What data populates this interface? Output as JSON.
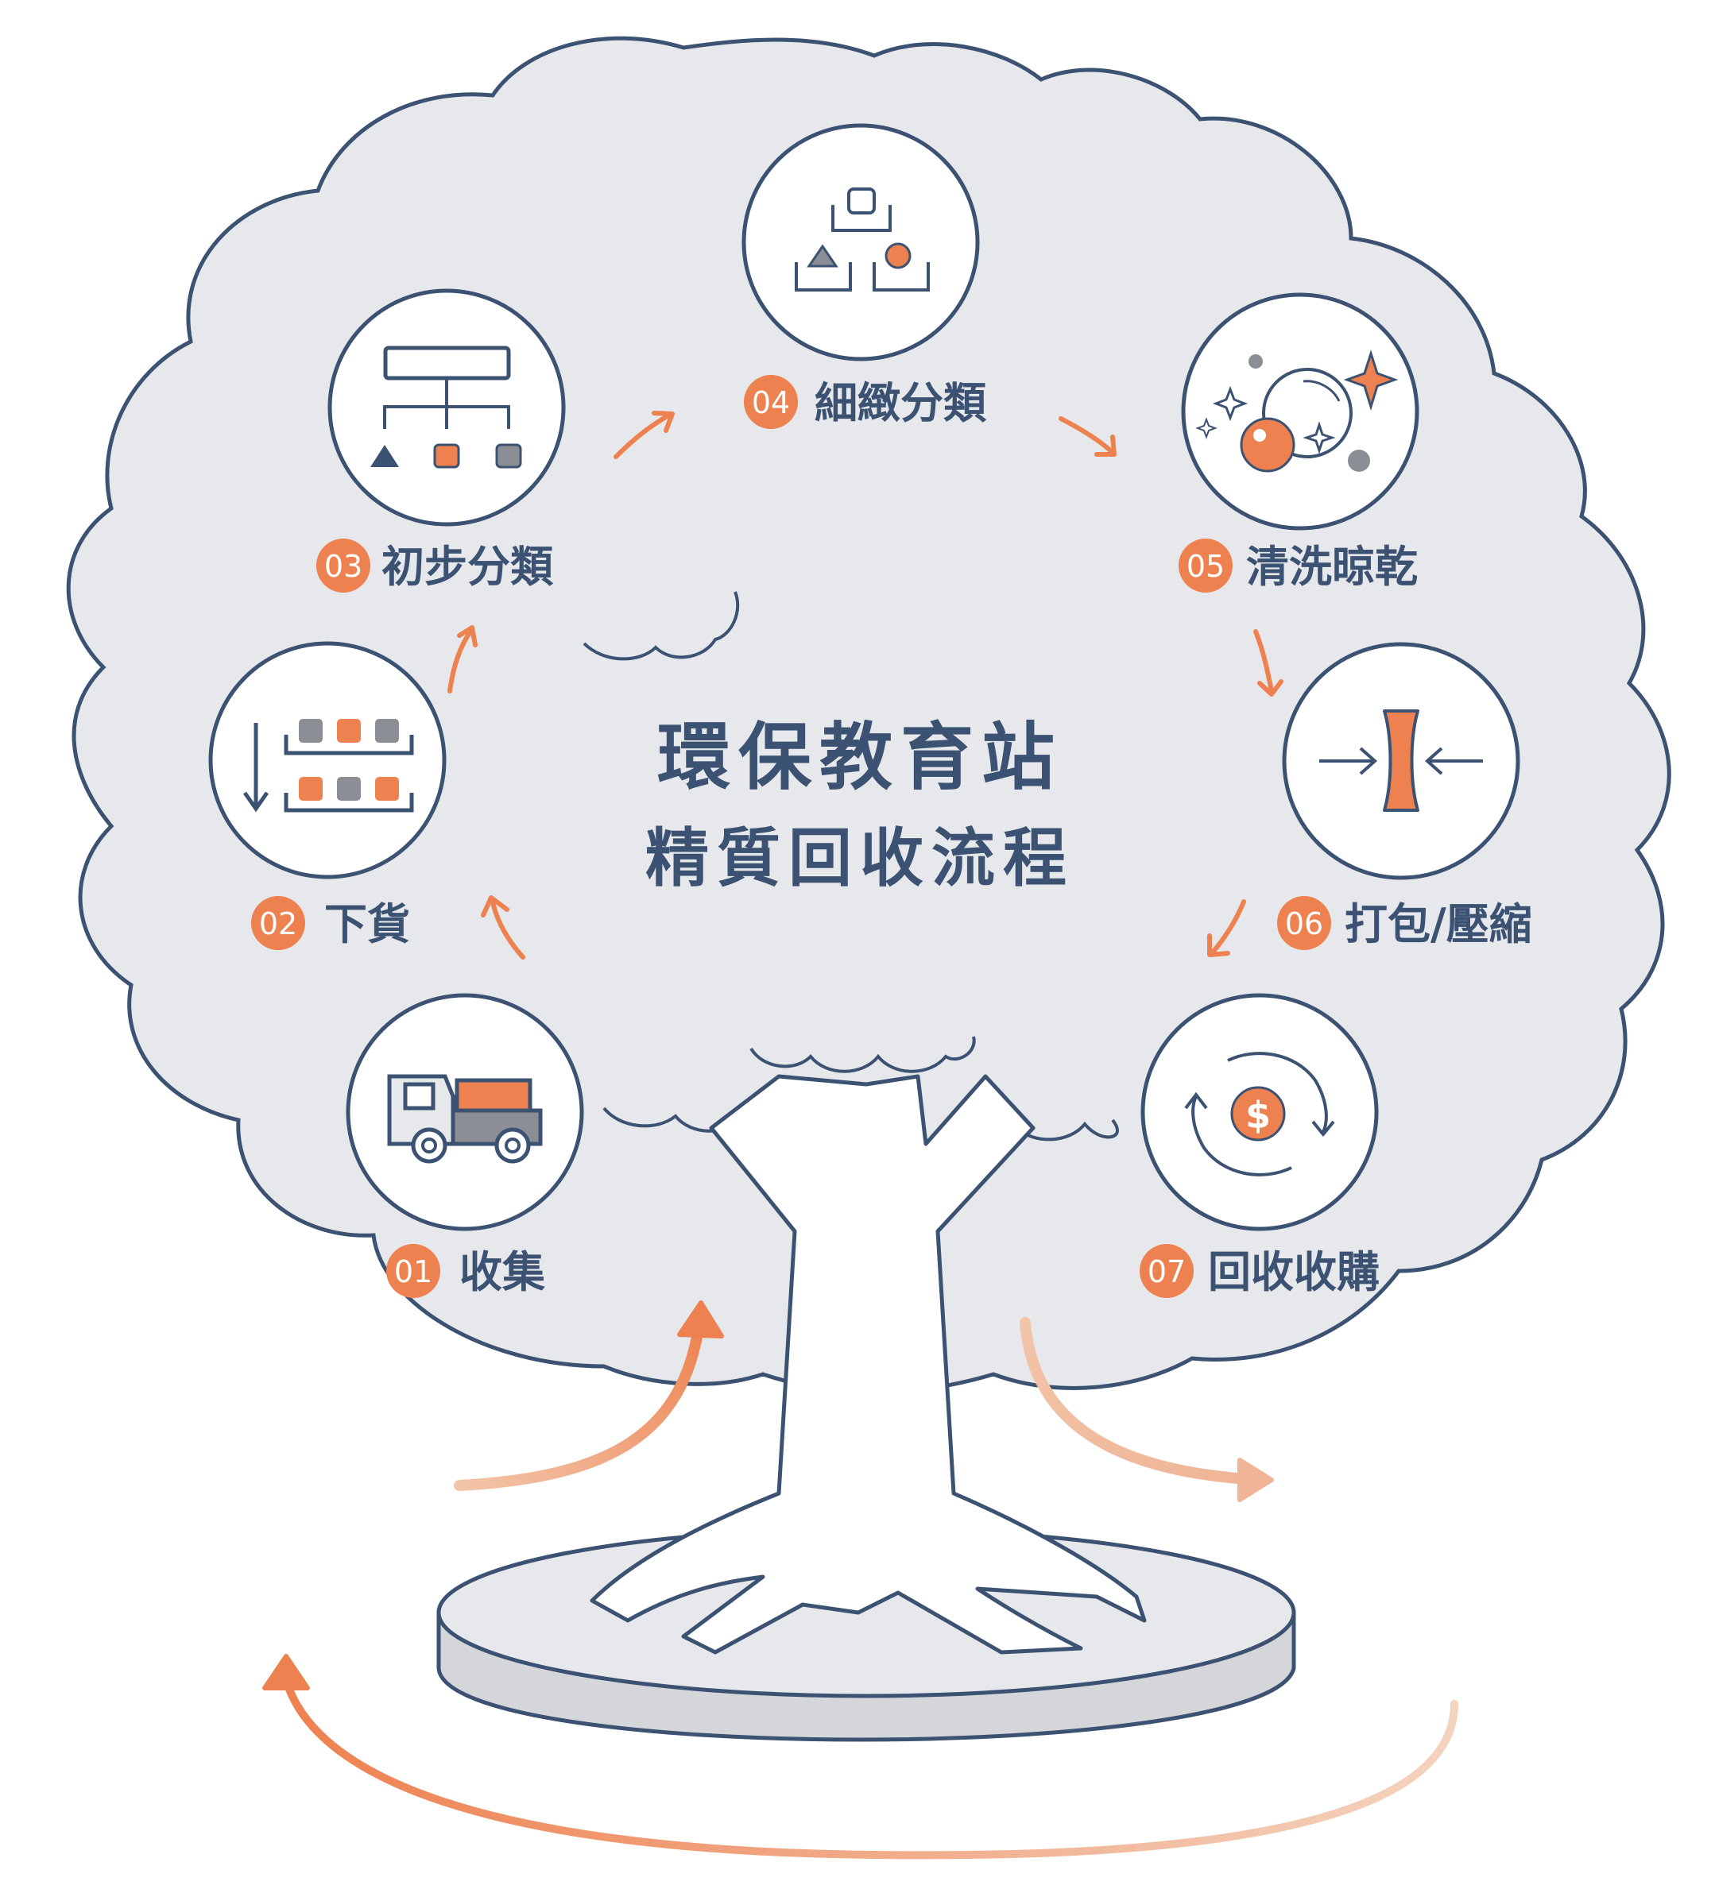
{
  "title": {
    "line1": "環保教育站",
    "line2": "精質回收流程"
  },
  "steps": [
    {
      "number": "01",
      "label": "收集",
      "icon": "truck-icon"
    },
    {
      "number": "02",
      "label": "下貨",
      "icon": "unload-shelf-icon"
    },
    {
      "number": "03",
      "label": "初步分類",
      "icon": "sort-tree-icon"
    },
    {
      "number": "04",
      "label": "細緻分類",
      "icon": "shapes-bins-icon"
    },
    {
      "number": "05",
      "label": "清洗晾乾",
      "icon": "bubbles-sparkle-icon"
    },
    {
      "number": "06",
      "label": "打包/壓縮",
      "icon": "compress-icon"
    },
    {
      "number": "07",
      "label": "回收收購",
      "icon": "money-cycle-icon"
    }
  ],
  "colors": {
    "ink": "#3b5272",
    "accent": "#ee8150",
    "accent_light": "#f2c4a8",
    "canopy": "#e6e8eb",
    "base_side": "#d4d6da",
    "icon_grey": "#6b6f75"
  }
}
